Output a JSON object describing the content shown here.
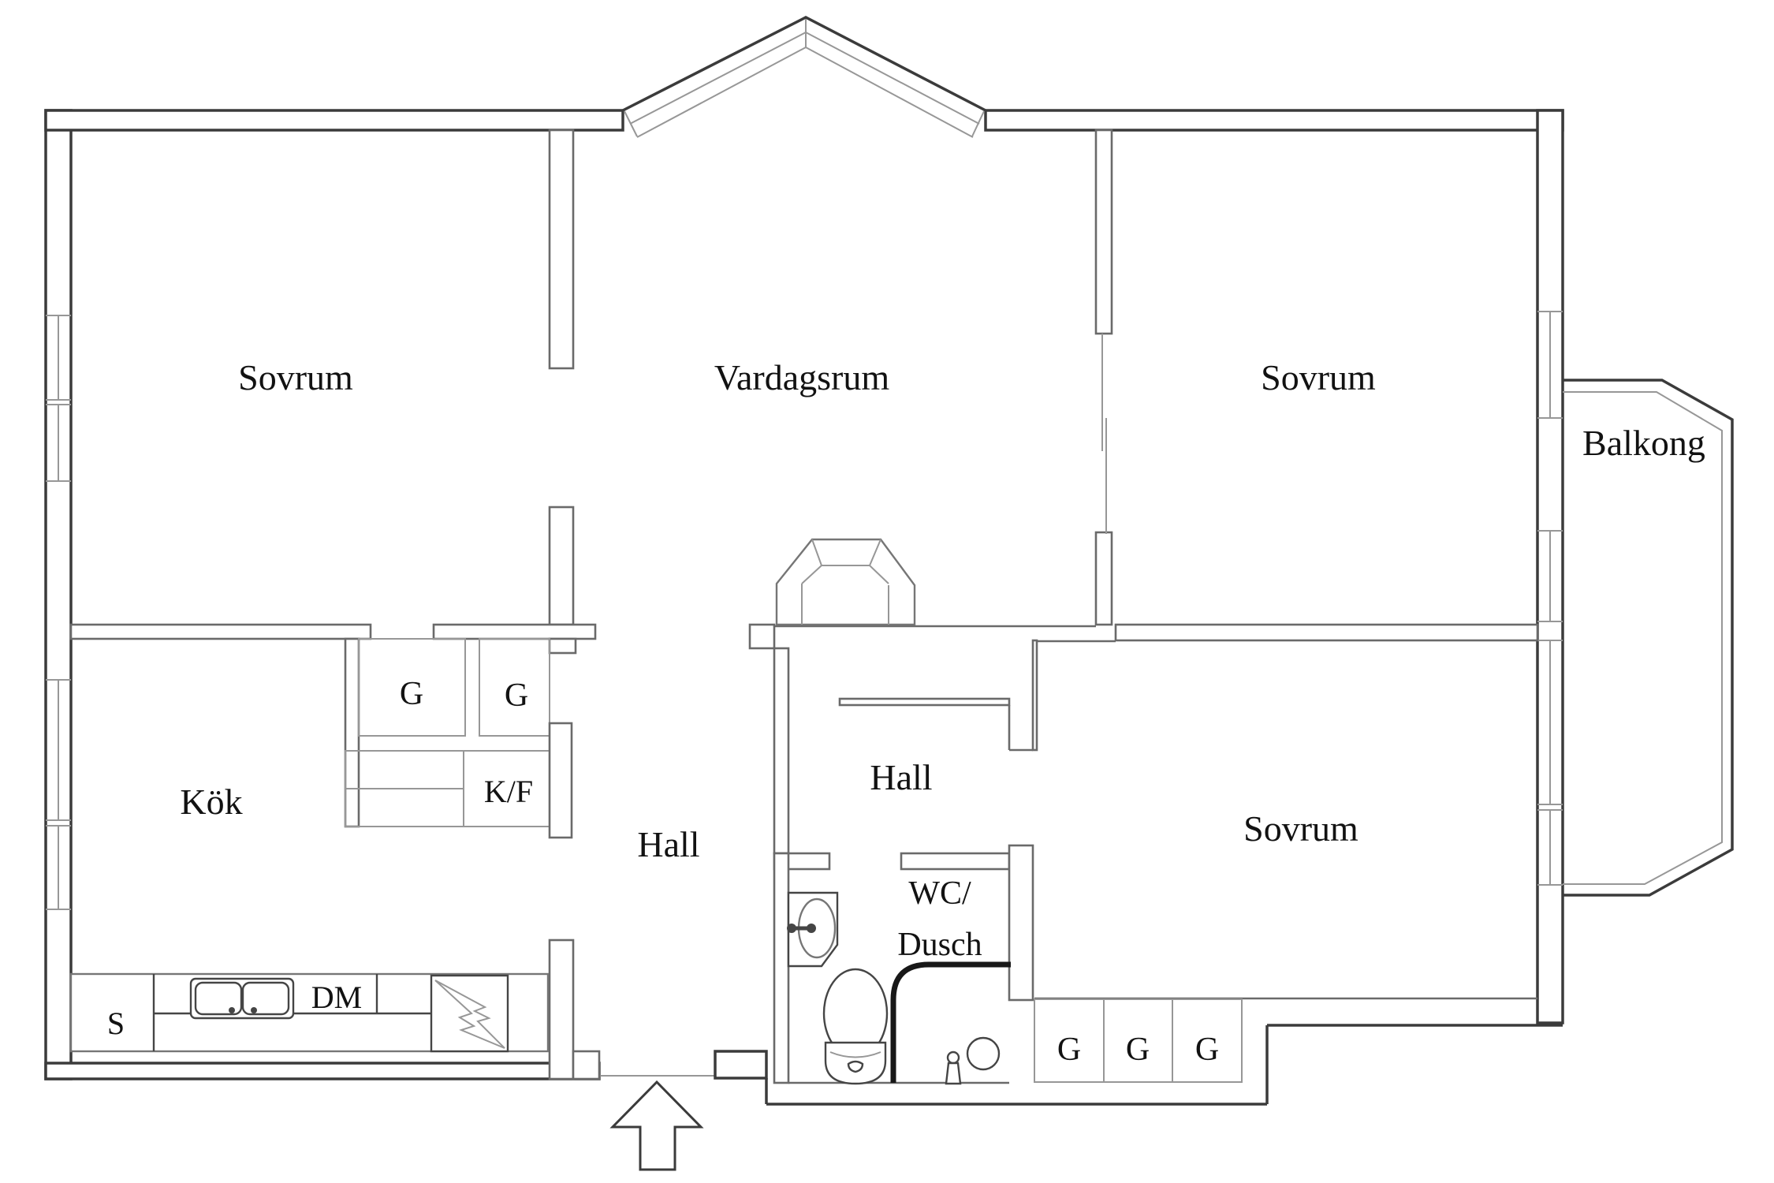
{
  "title": "Apartment floor plan",
  "labels": {
    "sovrum_top_left": "Sovrum",
    "vardagsrum": "Vardagsrum",
    "sovrum_top_right": "Sovrum",
    "balkong": "Balkong",
    "kok": "Kök",
    "hall_left": "Hall",
    "hall_center": "Hall",
    "wc_line1": "WC/",
    "wc_line2": "Dusch",
    "sovrum_bottom_right": "Sovrum",
    "closet_g_left_1": "G",
    "closet_g_left_2": "G",
    "fridge_freezer": "K/F",
    "sink_cabinet": "S",
    "dishwasher": "DM",
    "closet_g_right_1": "G",
    "closet_g_right_2": "G",
    "closet_g_right_3": "G"
  },
  "colors": {
    "wall": "#3b3b3b",
    "interior": "#6a6a6a",
    "light": "#979797",
    "text": "#121212",
    "fixture": "#767676",
    "bold": "#181818"
  }
}
